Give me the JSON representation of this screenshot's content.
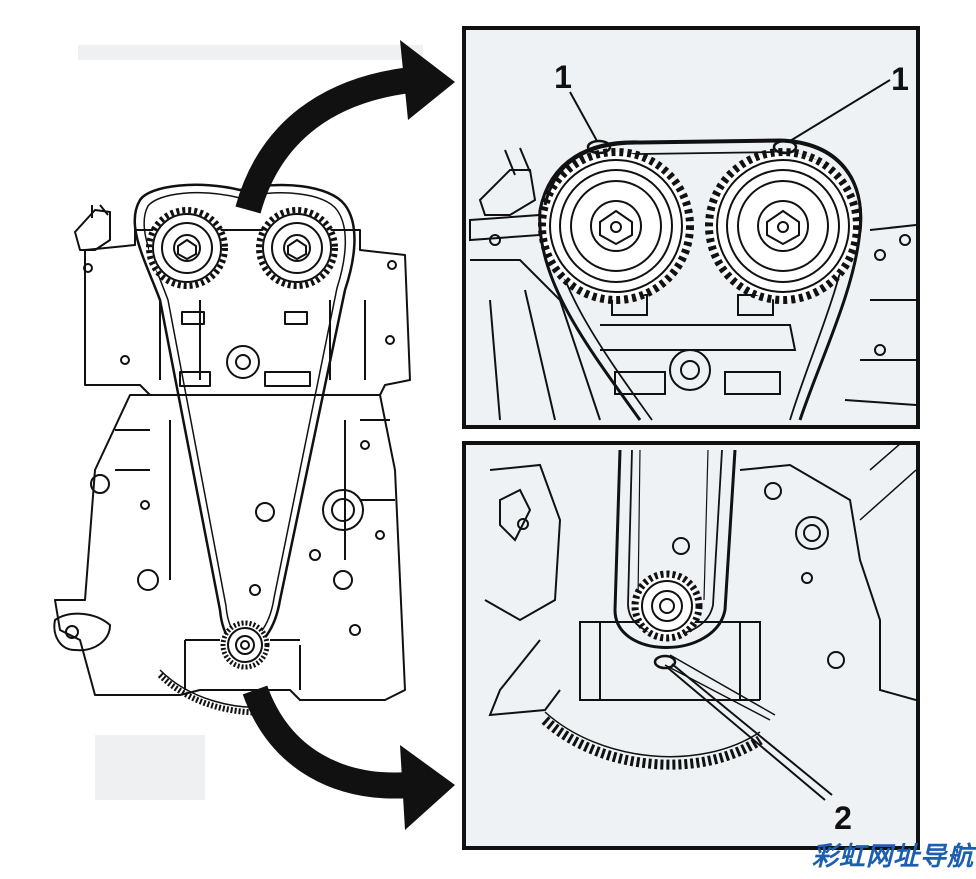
{
  "callouts": {
    "detail_top_left": "1",
    "detail_top_right": "1",
    "detail_bottom": "2"
  },
  "watermark": {
    "brand_text": "彩虹网址导航"
  },
  "colors": {
    "line": "#111111",
    "inset_tint": "#eef2f5",
    "watermark_brand": "#1d5fae"
  }
}
